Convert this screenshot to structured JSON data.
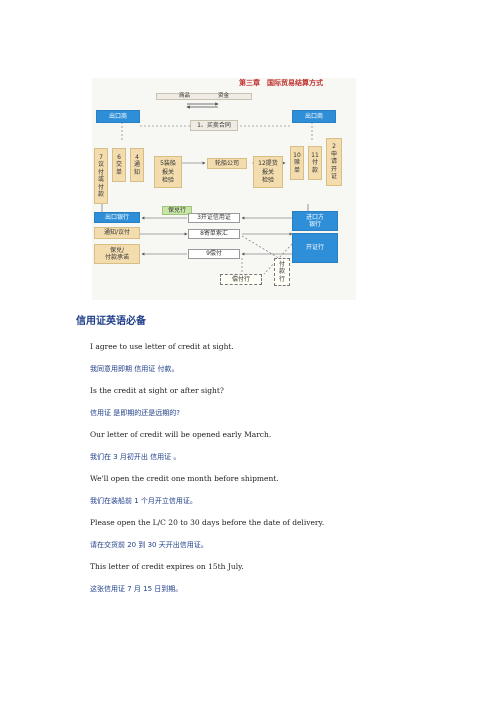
{
  "diagram": {
    "title": "第三章　国际贸易结算方式",
    "goods": "商品",
    "funds": "资金",
    "exporter": "出口商",
    "importer": "出口商",
    "contract": "1、买卖合同",
    "steps": {
      "s7": "7\n议\n付\n或\n付\n款",
      "s6": "6\n交\n单",
      "s4": "4\n通\n知",
      "s5": "5装船",
      "s5sub": "报关\n检验",
      "shipping": "轮船公司",
      "s12": "12提货",
      "s12sub": "报关\n检验",
      "s10": "10\n赎\n单",
      "s11": "11\n付\n款",
      "s2": "2\n申\n请\n开\n证"
    },
    "confirming": "保兑行",
    "export_bank": "出口银行",
    "advising": "通知/议付",
    "confirm_pay": "保兑/\n付款承诺",
    "issue": "3开证信用证",
    "send_docs": "8寄单索汇",
    "pay": "9偿付",
    "paying_bank": "付\n款\n行",
    "reimbursing": "偿付行",
    "import_bank": "进口方\n银行",
    "issuing": "开证行"
  },
  "heading": "信用证英语必备",
  "lines": [
    {
      "en": "I agree to use letter of credit at sight.",
      "cn": "我同意用即期  信用证  付款。"
    },
    {
      "en": "Is the credit at sight or after sight?",
      "cn": "  信用证  是即期的还是远期的?"
    },
    {
      "en": "Our letter of credit will be opened early March.",
      "cn": "我们在 3 月初开出  信用证  。"
    },
    {
      "en": "We'll open the credit one month before shipment.",
      "cn": "我们在装船前 1 个月开立信用证。"
    },
    {
      "en": "Please open the L/C 20 to 30 days before the date of delivery.",
      "cn": "请在交货前 20 到 30 天开出信用证。"
    },
    {
      "en": "This letter of credit expires on 15th July.",
      "cn": "这张信用证 7 月 15 日到期。"
    }
  ]
}
